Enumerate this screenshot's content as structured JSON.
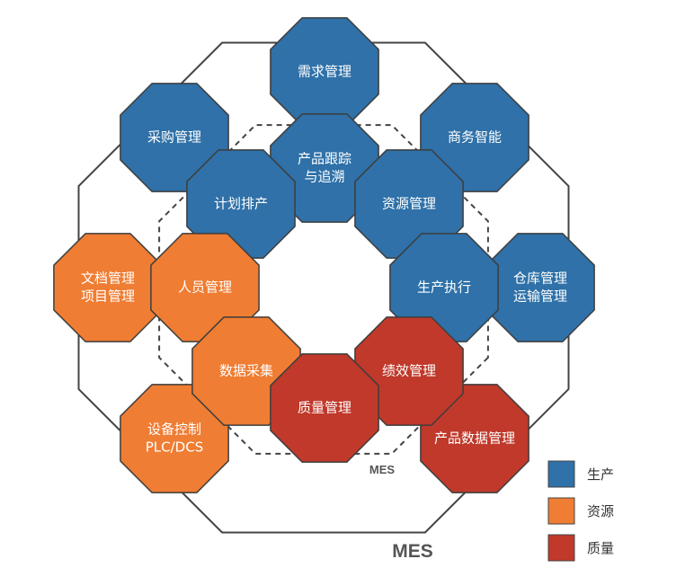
{
  "colors": {
    "production": "#2f71a8",
    "resource": "#ef7d33",
    "quality": "#c0392b",
    "outline": "#444444",
    "hex_stroke": "#3d3d3d"
  },
  "outer_label": "MES",
  "inner_label": "MES",
  "legend": [
    {
      "key": "production",
      "label": "生产"
    },
    {
      "key": "resource",
      "label": "资源"
    },
    {
      "key": "quality",
      "label": "质量"
    }
  ],
  "modules": [
    {
      "id": "demand",
      "lines": [
        "需求管理"
      ],
      "category": "production"
    },
    {
      "id": "purchase",
      "lines": [
        "采购管理"
      ],
      "category": "production"
    },
    {
      "id": "business-intel",
      "lines": [
        "商务智能"
      ],
      "category": "production"
    },
    {
      "id": "doc-project",
      "lines": [
        "文档管理",
        "项目管理"
      ],
      "category": "resource"
    },
    {
      "id": "warehouse",
      "lines": [
        "仓库管理",
        "运输管理"
      ],
      "category": "production"
    },
    {
      "id": "equipment",
      "lines": [
        "设备控制",
        "PLC/DCS"
      ],
      "category": "resource"
    },
    {
      "id": "product-data",
      "lines": [
        "产品数据管理"
      ],
      "category": "quality"
    },
    {
      "id": "trace",
      "lines": [
        "产品跟踪",
        "与追溯"
      ],
      "category": "production"
    },
    {
      "id": "schedule",
      "lines": [
        "计划排产"
      ],
      "category": "production"
    },
    {
      "id": "resource-mgmt",
      "lines": [
        "资源管理"
      ],
      "category": "production"
    },
    {
      "id": "personnel",
      "lines": [
        "人员管理"
      ],
      "category": "resource"
    },
    {
      "id": "execution",
      "lines": [
        "生产执行"
      ],
      "category": "production"
    },
    {
      "id": "data-collect",
      "lines": [
        "数据采集"
      ],
      "category": "resource"
    },
    {
      "id": "performance",
      "lines": [
        "绩效管理"
      ],
      "category": "quality"
    },
    {
      "id": "quality-mgmt",
      "lines": [
        "质量管理"
      ],
      "category": "quality"
    }
  ]
}
